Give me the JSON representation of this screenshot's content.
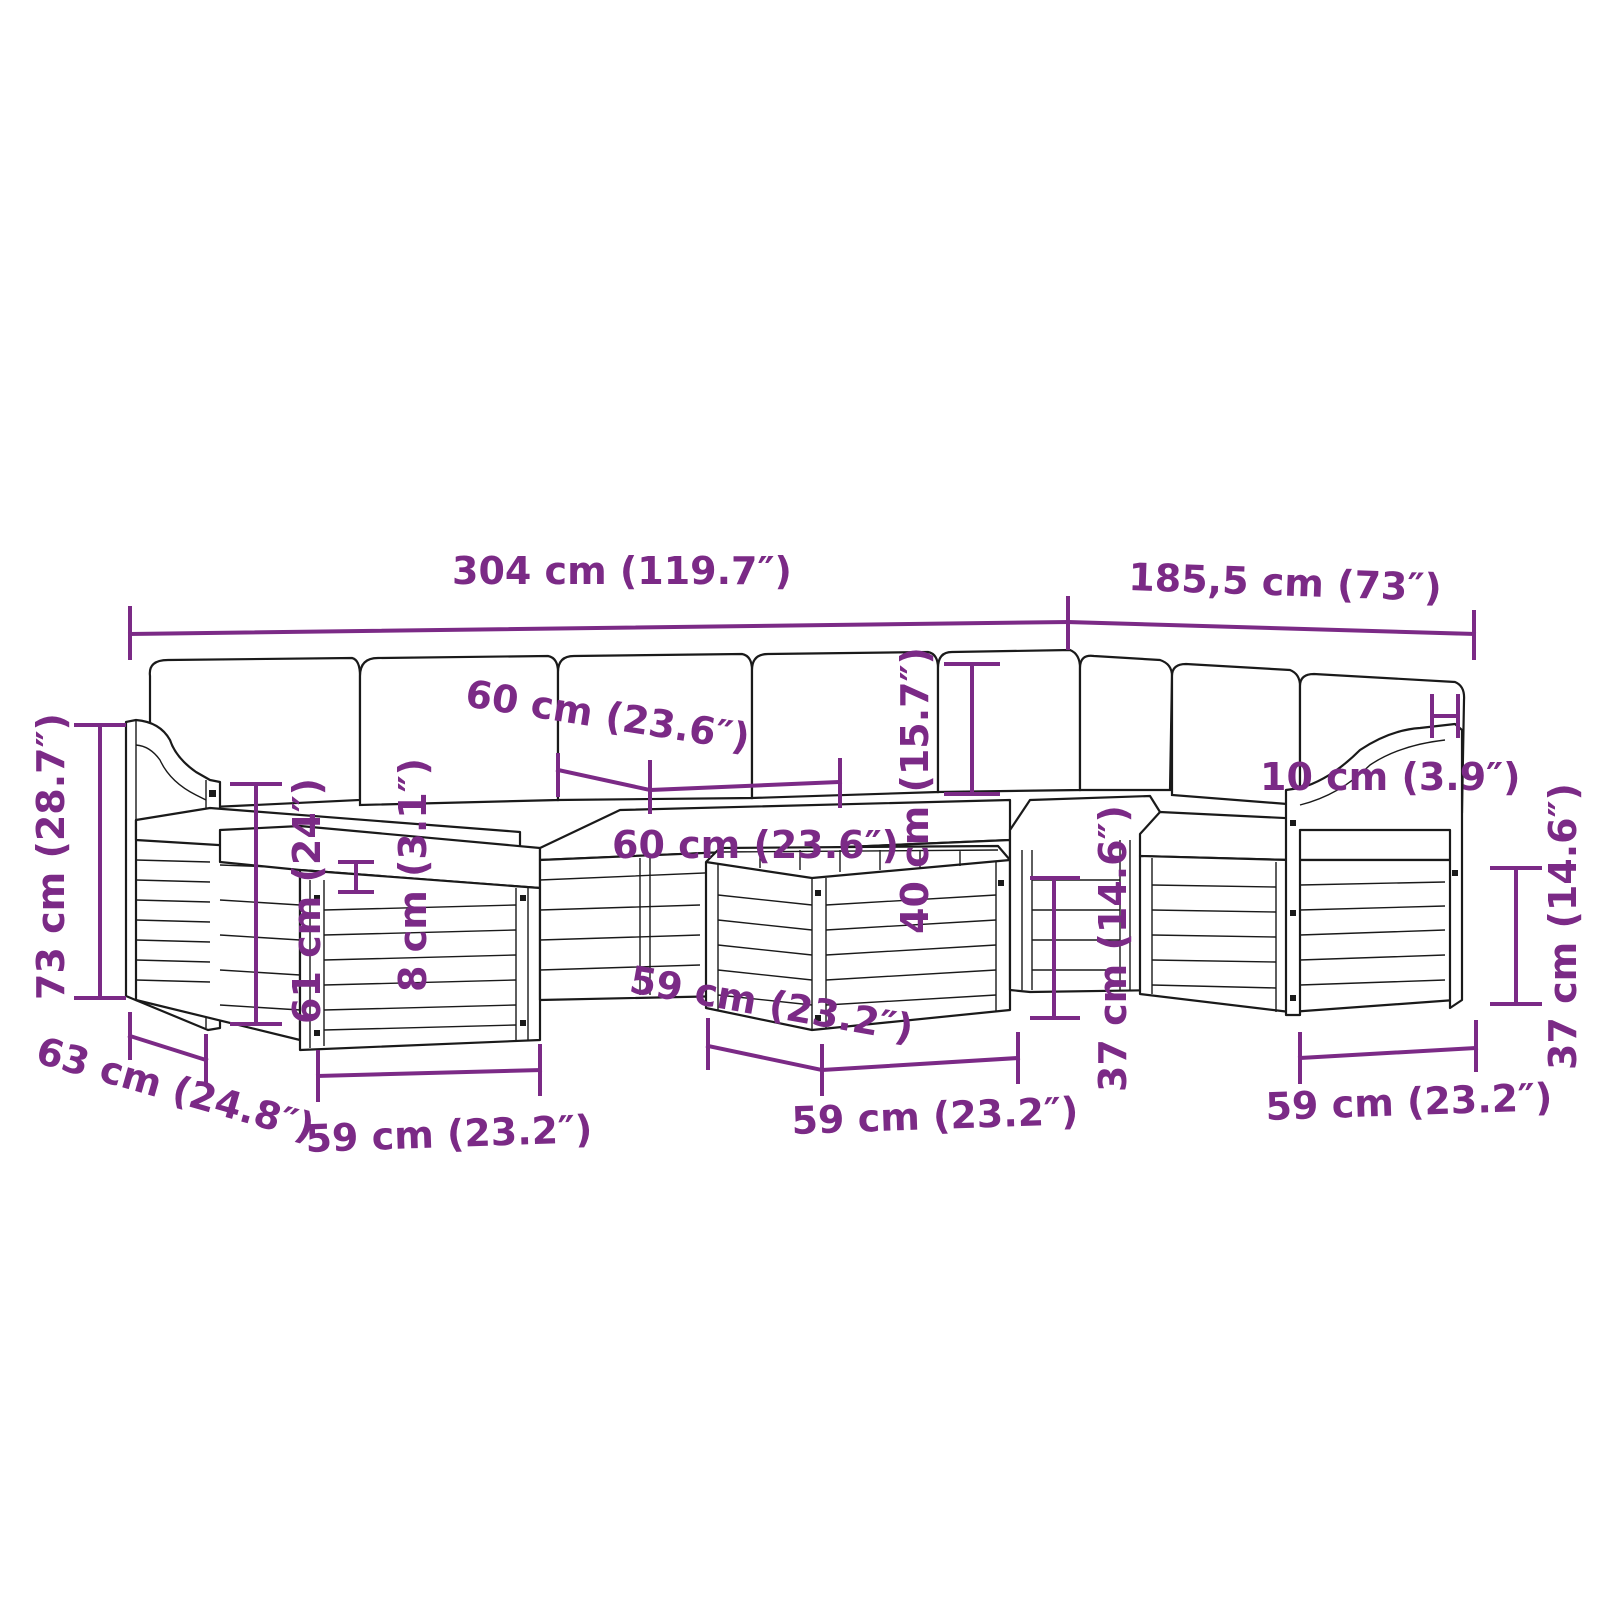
{
  "accent_color": "#7b2a86",
  "line_color": "#1a1a1a",
  "dimensions": {
    "total_width": "304 cm (119.7″)",
    "corner_width": "185,5 cm (73″)",
    "cushion_back_width": "60 cm (23.6″)",
    "cushion_seat_width": "60 cm (23.6″)",
    "back_cushion_height": "40 cm (15.7″)",
    "armrest_depth": "10 cm (3.9″)",
    "total_height": "73 cm (28.7″)",
    "armrest_height": "61 cm (24″)",
    "seat_cushion_thickness": "8 cm (3.1″)",
    "total_depth": "63 cm (24.8″)",
    "left_module_width": "59 cm (23.2″)",
    "table_depth": "59 cm (23.2″)",
    "table_width": "59 cm (23.2″)",
    "seat_height_middle": "37 cm (14.6″)",
    "seat_height_right": "37 cm (14.6″)",
    "right_module_width": "59 cm (23.2″)"
  }
}
